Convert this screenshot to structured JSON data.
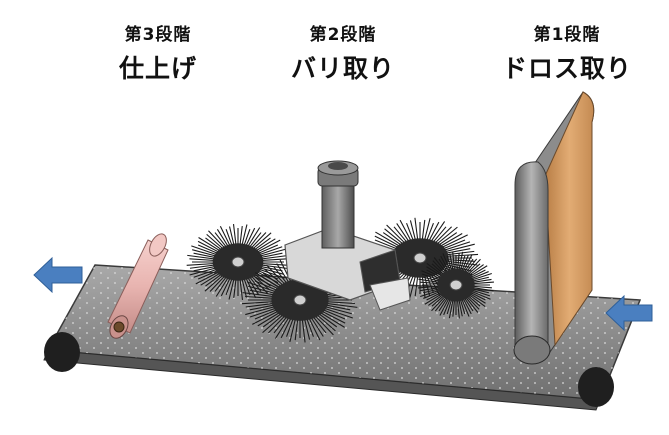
{
  "stages": [
    {
      "id": "stage3",
      "step": "第3段階",
      "title": "仕上げ"
    },
    {
      "id": "stage2",
      "step": "第2段階",
      "title": "バリ取り"
    },
    {
      "id": "stage1",
      "step": "第1段階",
      "title": "ドロス取り"
    }
  ],
  "colors": {
    "belt": "#8e8e8e",
    "belt_edge": "#3a3a3a",
    "arrow": "#4a7fc0",
    "finish_roller": "#e8b4b0",
    "dross_roller": "#d9a26a",
    "dross_back": "#8a8a8a",
    "brush": "#1a1a1a",
    "hub": "#d8d8d8"
  }
}
